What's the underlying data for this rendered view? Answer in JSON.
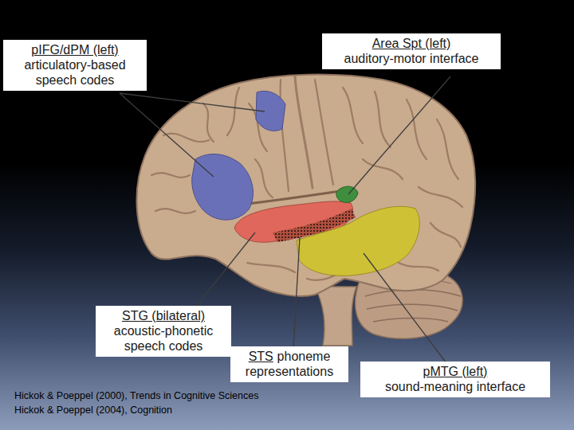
{
  "diagram": {
    "nodes": [
      {
        "text": [
          "pIFG/dPM (left)",
          "articulatory-based speech codes"
        ]
      },
      {
        "text": [
          "Area Spt (left)",
          "auditory-motor interface"
        ]
      },
      {
        "text": [
          "STG (bilateral)",
          "acoustic-phonetic speech codes"
        ]
      },
      {
        "text": [
          "STS",
          "phoneme representations"
        ]
      },
      {
        "text": [
          "pMTG (left)",
          "sound-meaning interface"
        ]
      }
    ],
    "labels": [
      "Hickok & Poeppel (2000), Trends in Cognitive Sciences",
      "Hickok & Poeppel (2004), Cognition"
    ]
  }
}
